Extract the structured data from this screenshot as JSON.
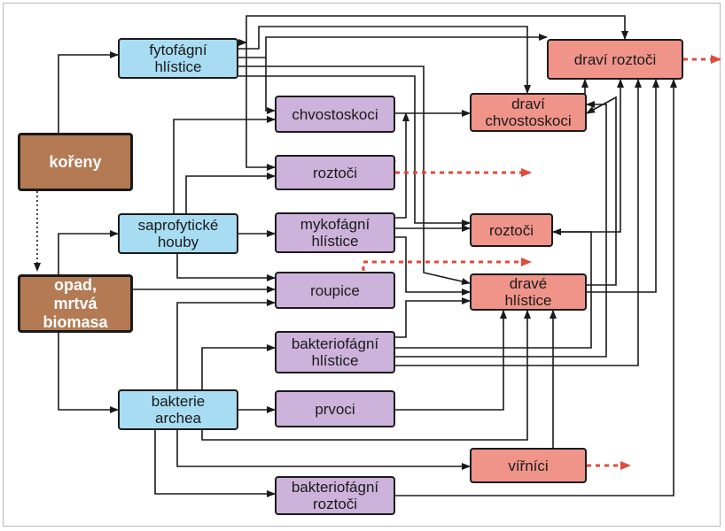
{
  "colors": {
    "blue": "#a8dcf2",
    "purple": "#cdb3db",
    "salmon": "#f0948a",
    "brown": "#b37a54",
    "line": "#1a1a1a",
    "dashed_arrow": "#e24a3b"
  },
  "nodes": {
    "koreny": "kořeny",
    "opad": "opad,\nmrtvá\nbiomasa",
    "fytofagni_hlistice": "fytofágní\nhlístice",
    "saprofyticke_houby": "saprofytické\nhouby",
    "bakterie_archea": "bakterie\narchea",
    "chvostoskoci": "chvostoskoci",
    "roztoci_mid": "roztoči",
    "mykofagni_hlistice": "mykofágní\nhlístice",
    "roupice": "roupice",
    "bakteriofagni_hlistice": "bakteriofágní\nhlístice",
    "prvoci": "prvoci",
    "bakteriofagni_roztoci": "bakteriofágní\nroztoči",
    "dravi_roztoci": "draví roztoči",
    "dravi_chvostoskoci": "draví\nchvostoskoci",
    "roztoci_right": "roztoči",
    "drave_hlistice": "dravé\nhlístice",
    "virnici": "vířníci"
  }
}
